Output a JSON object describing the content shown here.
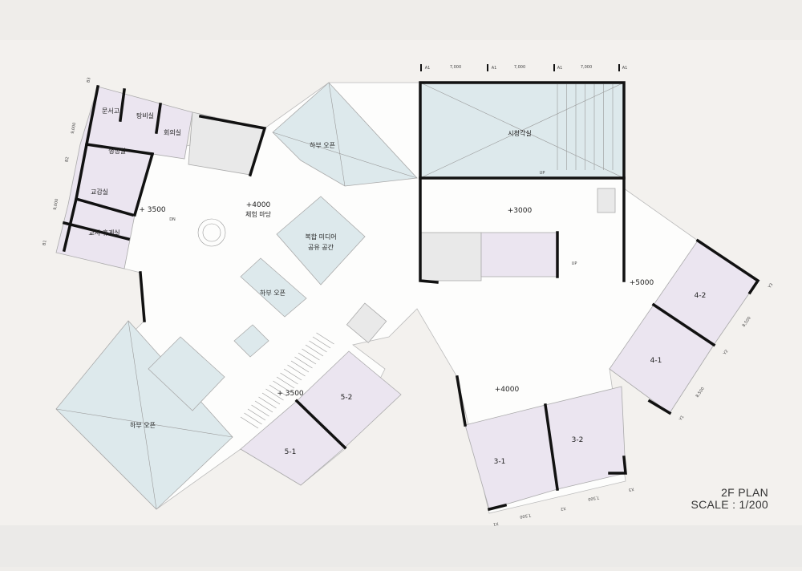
{
  "title": {
    "plan": "2F PLAN",
    "scale": "SCALE : 1/200"
  },
  "levels": {
    "west_hall": "+ 3500",
    "plaza_level": "+4000",
    "plaza_name": "체험 마당",
    "lobby": "+3000",
    "east_hall": "+5000",
    "south_hall": "+4000",
    "southwest_hall": "+ 3500"
  },
  "rooms": {
    "archive": "문서고",
    "pantry": "탕비실",
    "meeting": "회의실",
    "admin": "행정실",
    "vice_principal": "교감실",
    "teacher_lounge": "교사 휴게실",
    "void_top": "하부 오픈",
    "auditorium": "시청각실",
    "media_line1": "복합 미디어",
    "media_line2": "공유 공간",
    "void_center": "하부 오픈",
    "void_bottom": "하부 오픈",
    "class_4_2": "4-2",
    "class_4_1": "4-1",
    "class_3_1": "3-1",
    "class_3_2": "3-2",
    "class_5_2": "5-2",
    "class_5_1": "5-1"
  },
  "grid": {
    "a_axis": [
      "A1",
      "A1",
      "A1",
      "A1"
    ],
    "a_spans": [
      "7,000",
      "7,000",
      "7,000"
    ],
    "b_axis": [
      "B3",
      "B2",
      "B1"
    ],
    "b_spans": [
      "9,000",
      "9,000"
    ],
    "x_axis": [
      "X1",
      "X2",
      "X3"
    ],
    "x_spans": [
      "7,500",
      "7,500"
    ],
    "y_axis": [
      "Y1",
      "Y2",
      "Y3"
    ],
    "y_spans": [
      "8,500",
      "8,500"
    ]
  },
  "stair_marks": {
    "up": "UP",
    "down": "DN"
  }
}
